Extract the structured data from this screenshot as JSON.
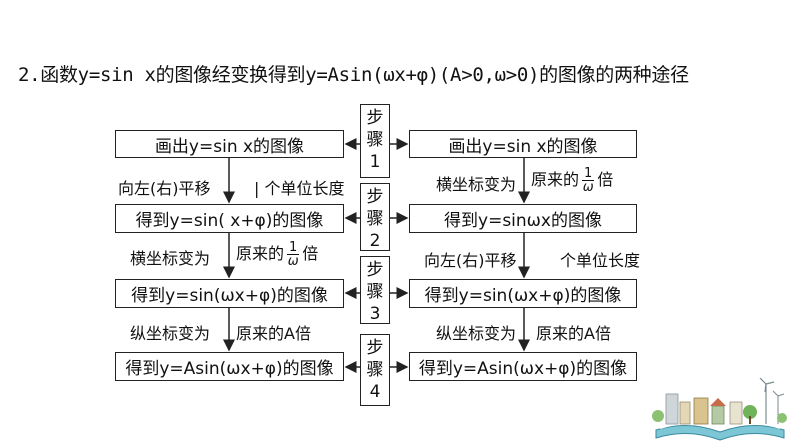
{
  "title": "2.函数y=sin x的图像经变换得到y=Asin(ωx+φ)(A>0,ω>0)的图像的两种途径",
  "steps": [
    {
      "chars": [
        "步",
        "骤",
        "1"
      ]
    },
    {
      "chars": [
        "步",
        "骤",
        "2"
      ]
    },
    {
      "chars": [
        "步",
        "骤",
        "3"
      ]
    },
    {
      "chars": [
        "步",
        "骤",
        "4"
      ]
    }
  ],
  "left_path": {
    "boxes": [
      "画出y=sin x的图像",
      "得到y=sin( x+φ)的图像",
      "得到y=sin(ωx+φ)的图像",
      "得到y=Asin(ωx+φ)的图像"
    ],
    "t1_a": "向左(右)平移",
    "t1_b": "个单位长度",
    "t2_a": "横坐标变为",
    "t2_b": "原来的",
    "t2_num": "1",
    "t2_den": "ω",
    "t2_c": "倍",
    "t3_a": "纵坐标变为",
    "t3_b": "原来的A倍"
  },
  "right_path": {
    "boxes": [
      "画出y=sin x的图像",
      "得到y=sinωx的图像",
      "得到y=sin(ωx+φ)的图像",
      "得到y=Asin(ωx+φ)的图像"
    ],
    "t1_a": "横坐标变为",
    "t1_b": "原来的",
    "t1_num": "1",
    "t1_den": "ω",
    "t1_c": "倍",
    "t2_a": "向左(右)平移",
    "t2_b": "个单位长度",
    "t3_a": "纵坐标变为",
    "t3_b": "原来的A倍"
  },
  "colors": {
    "line": "#222222"
  }
}
